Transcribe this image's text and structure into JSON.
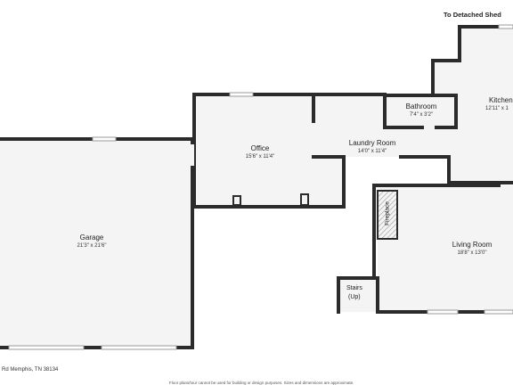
{
  "labels": {
    "to_shed": "To Detached Shed",
    "fireplace": "Fireplace",
    "stairs_line1": "Stairs",
    "stairs_line2": "(Up)",
    "address": "Rd Memphis, TN 38134",
    "disclaimer": "Floor plans/tour cannot be used for building or design purposes. Sizes and dimensions are approximate."
  },
  "rooms": [
    {
      "id": "garage",
      "name": "Garage",
      "dims": "21'3\" x 21'6\""
    },
    {
      "id": "office",
      "name": "Office",
      "dims": "15'6\" x 11'4\""
    },
    {
      "id": "laundry",
      "name": "Laundry Room",
      "dims": "14'0\" x 11'4\""
    },
    {
      "id": "bathroom",
      "name": "Bathroom",
      "dims": "7'4\" x 3'2\""
    },
    {
      "id": "kitchen",
      "name": "Kitchen",
      "dims": "12'11\" x 1"
    },
    {
      "id": "living",
      "name": "Living Room",
      "dims": "18'8\" x 13'0\""
    }
  ],
  "colors": {
    "wall": "#2b2b2b",
    "floor": "#f4f4f4",
    "window": "#cfcfcf",
    "fireplace": "#9a9a9a"
  }
}
